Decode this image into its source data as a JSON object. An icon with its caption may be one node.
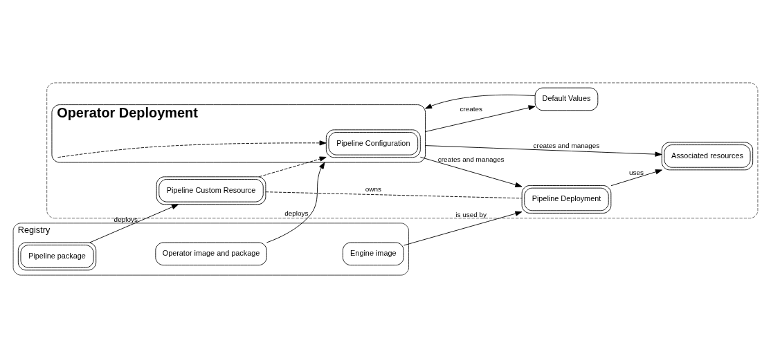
{
  "diagram": {
    "nodes": [
      {
        "text": [],
        "shape": "box"
      },
      {
        "text": [
          "Registry"
        ]
      },
      {
        "text": [
          "Operator image and package"
        ],
        "in": 1
      },
      {
        "text": [
          "Pipeline package"
        ],
        "in": 1
      },
      {
        "text": [
          "Engine image"
        ],
        "in": 1
      },
      {
        "text": [
          "Operator Deployment"
        ],
        "in": 0
      },
      {
        "text": [
          "Pipeline Configuration"
        ],
        "in": 5
      },
      {
        "text": [
          "Default Values"
        ],
        "in": 0
      },
      {
        "text": [
          "Pipeline Custom Resource"
        ],
        "in": 0
      },
      {
        "text": [
          "Pipeline Deployment"
        ],
        "in": 0
      },
      {
        "text": [
          "Associated resources"
        ],
        "in": 0
      }
    ],
    "edges": [
      {
        "from": 2,
        "to": 5,
        "label": "deploys",
        "arrow": "to"
      },
      {
        "from": 5,
        "to": 7,
        "label": "creates",
        "arrow": "to"
      },
      {
        "from": 7,
        "to": 5,
        "arrow": "to"
      },
      {
        "from": 5,
        "to": 6,
        "arrow": "to",
        "style": "dashed"
      },
      {
        "from": 3,
        "to": 8,
        "label": "deploys",
        "arrow": "to"
      },
      {
        "from": 8,
        "to": 6,
        "arrow": "to",
        "style": "dashed"
      },
      {
        "from": 8,
        "to": 9,
        "label": "owns",
        "arrow": "none",
        "style": "dashed"
      },
      {
        "from": 6,
        "to": 9,
        "label": "creates and manages",
        "arrow": "to"
      },
      {
        "from": 5,
        "to": 10,
        "label": "creates and manages",
        "arrow": "to"
      },
      {
        "from": 4,
        "to": 9,
        "label": "is used by",
        "arrow": "to"
      },
      {
        "from": 9,
        "to": 10,
        "label": "uses",
        "arrow": "to"
      }
    ]
  }
}
